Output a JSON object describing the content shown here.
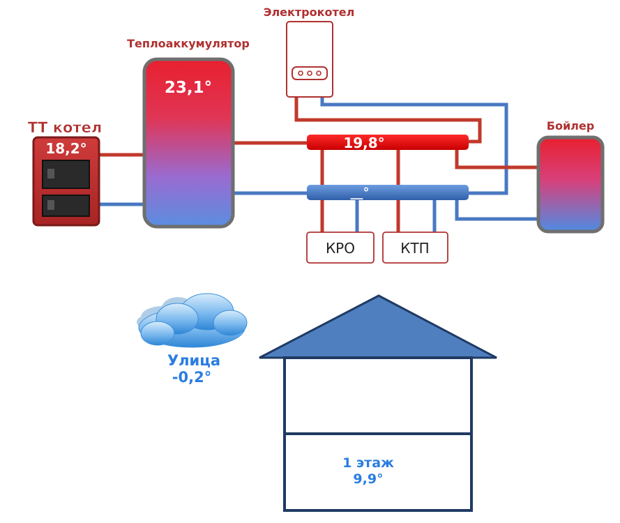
{
  "boiler_tt": {
    "label": "ТТ котел",
    "temp": "18,2°"
  },
  "accumulator": {
    "label": "Теплоаккумулятор",
    "temp": "23,1°"
  },
  "electro": {
    "label": "Электрокотел"
  },
  "hot_collector": {
    "temp": "19,8°"
  },
  "cold_collector": {
    "temp": "__°"
  },
  "dhw_boiler": {
    "label": "Бойлер"
  },
  "circuit_kro": {
    "label": "КРО"
  },
  "circuit_ktp": {
    "label": "КТП"
  },
  "street": {
    "label": "Улица",
    "temp": "-0,2°"
  },
  "floor1": {
    "label": "1 этаж",
    "temp": "9,9°"
  },
  "colors": {
    "hot": "#c0392b",
    "cold": "#4a78c2",
    "label_red": "#b03030",
    "house": "#1f3a63",
    "roof": "#4f7fbf",
    "street_text": "#2a7de0"
  }
}
